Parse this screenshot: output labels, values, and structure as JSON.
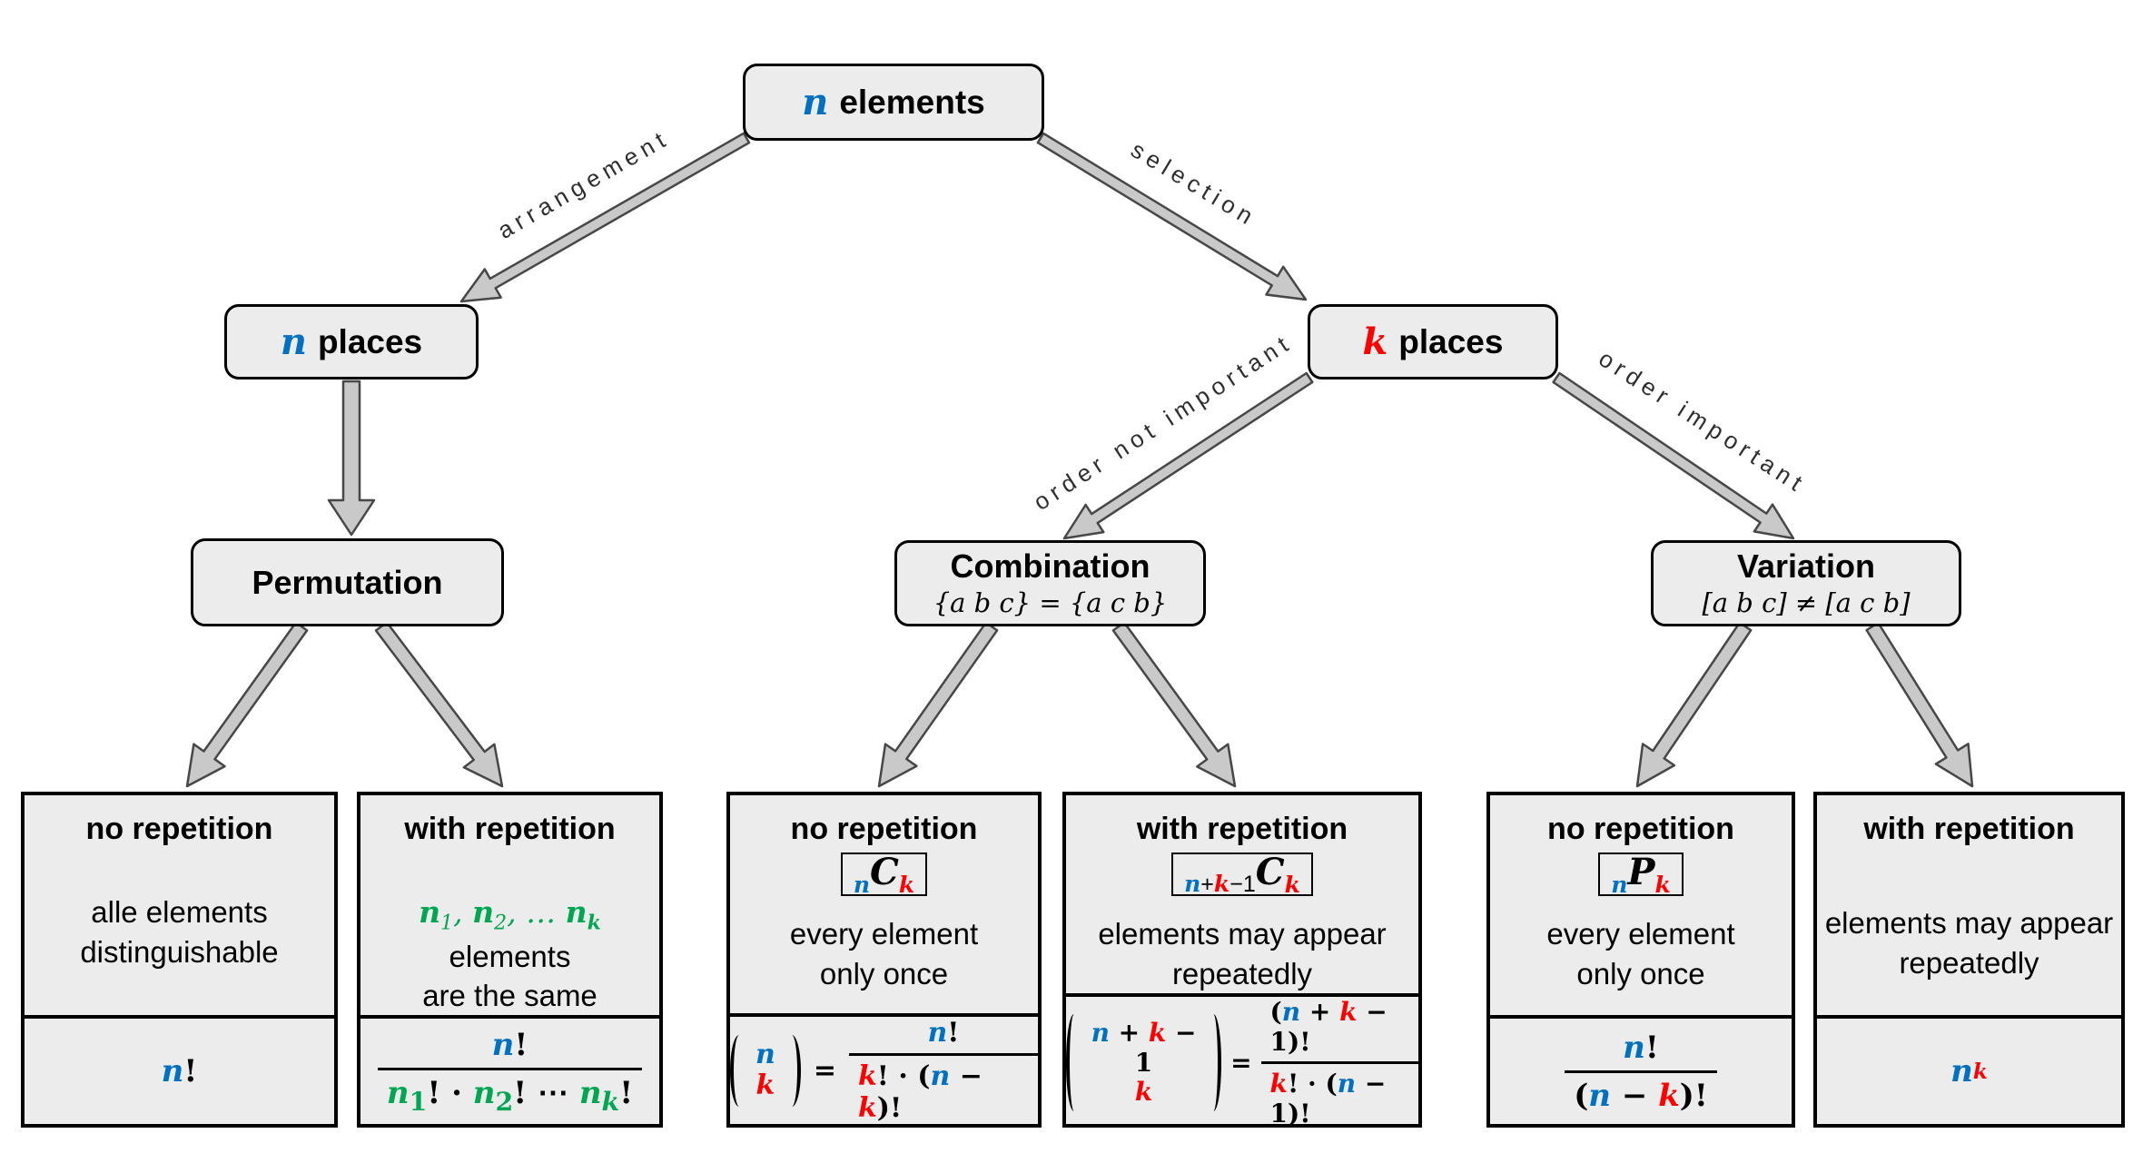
{
  "edge_labels": {
    "arrangement": "arrangement",
    "selection": "selection",
    "order_not_important": "order not important",
    "order_important": "order important"
  },
  "nodes": {
    "root": {
      "variable": "n",
      "label": "elements"
    },
    "n_places": {
      "variable": "n",
      "label": "places"
    },
    "k_places": {
      "variable": "k",
      "label": "places"
    },
    "permutation": {
      "title": "Permutation"
    },
    "combination": {
      "title": "Combination",
      "subtitle": "{a b c} = {a c b}"
    },
    "variation": {
      "title": "Variation",
      "subtitle": "[a b c] ≠ [a c b]"
    }
  },
  "leaves": {
    "perm_no_rep": {
      "title": "no repetition",
      "desc1": "alle elements",
      "desc2": "distinguishable"
    },
    "perm_with_rep": {
      "title": "with repetition",
      "desc_suffix": "elements",
      "desc2": "are the same"
    },
    "comb_no_rep": {
      "title": "no repetition",
      "desc1": "every element",
      "desc2": "only once"
    },
    "comb_with_rep": {
      "title": "with repetition",
      "desc1": "elements may appear",
      "desc2": "repeatedly"
    },
    "var_no_rep": {
      "title": "no repetition",
      "desc1": "every element",
      "desc2": "only once"
    },
    "var_with_rep": {
      "title": "with repetition",
      "desc1": "elements may appear",
      "desc2": "repeatedly"
    }
  },
  "math": {
    "n": "n",
    "k": "k",
    "C": "C",
    "P": "P",
    "one": "1",
    "two": "2",
    "bang": "!",
    "eq": "=",
    "plus": " + ",
    "minus": " − ",
    "plus_tight": "+",
    "minus_tight": "−1",
    "lp": "(",
    "rp_bang": ")!",
    "bang_dot_lp": "! · (",
    "bang_dot": "! · ",
    "bang_cdots": "! ⋯ ",
    "comma": ", ",
    "comma_dots": ", … "
  },
  "colors": {
    "blue": "#0070C0",
    "red": "#FF0000",
    "green": "#00A651"
  }
}
